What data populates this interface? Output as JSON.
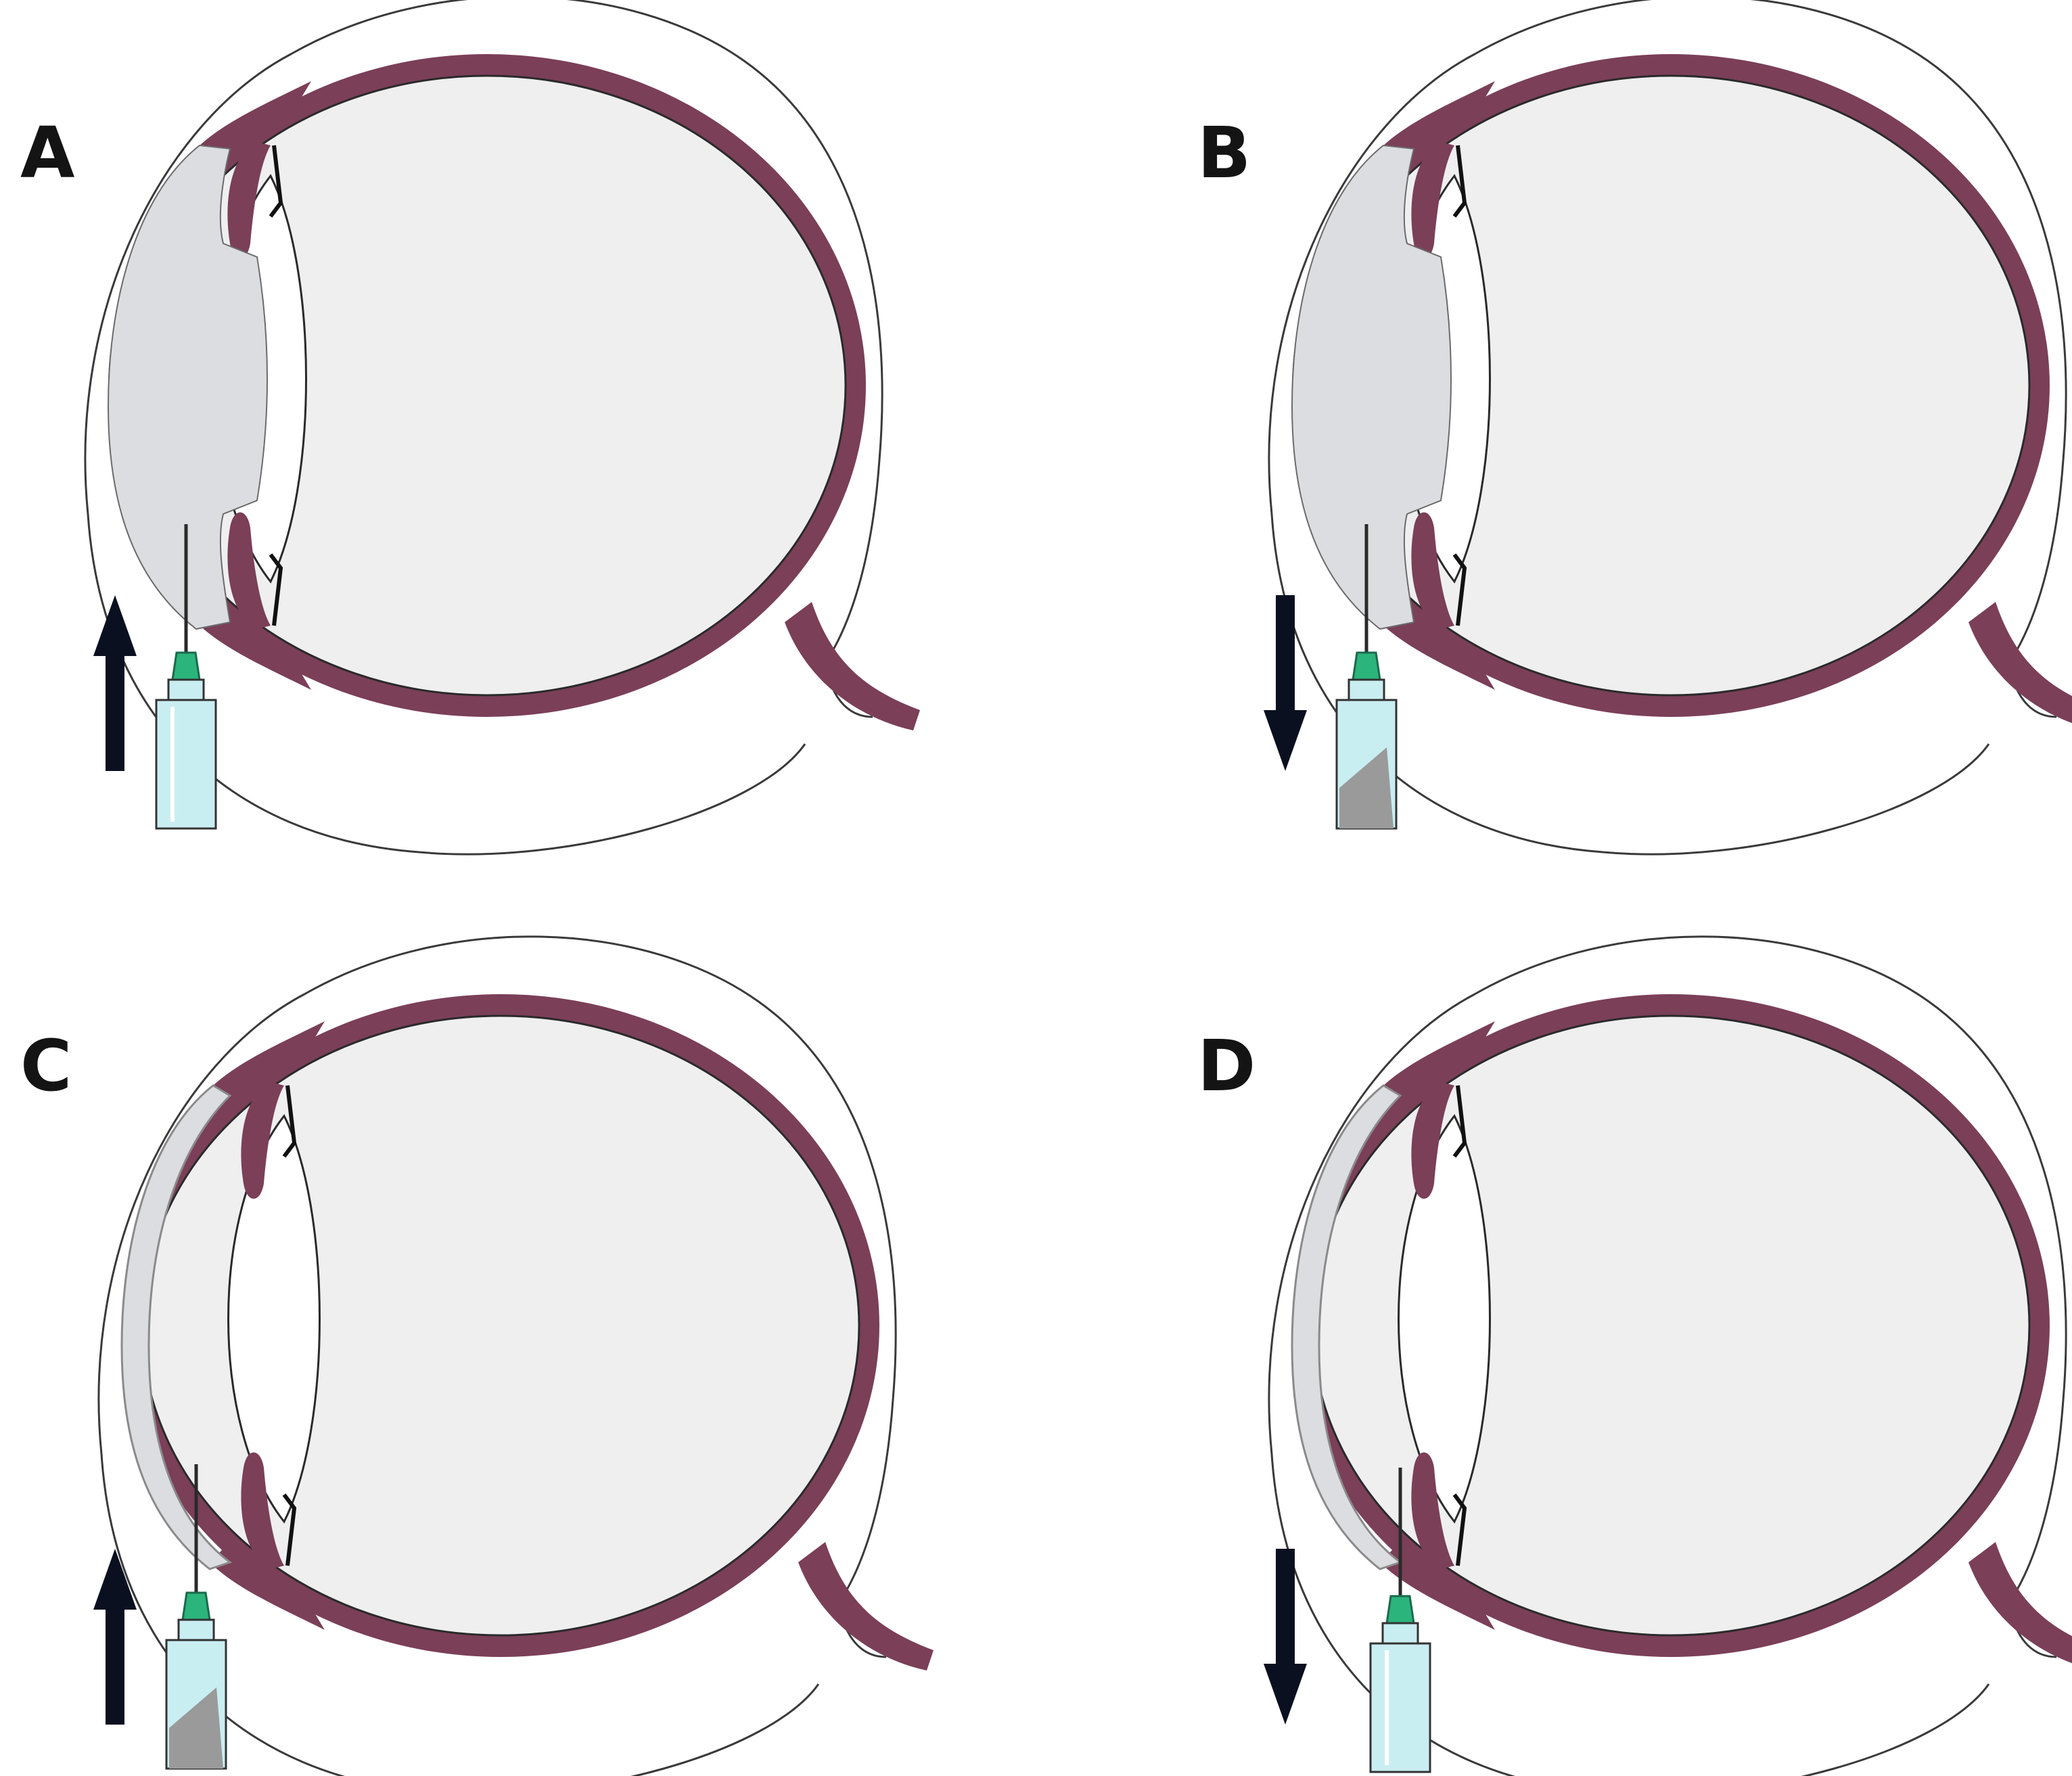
{
  "panels": [
    {
      "id": "A",
      "label": "A",
      "arrow": "up",
      "anterior_chamber": "full",
      "syringe_fill": "empty"
    },
    {
      "id": "B",
      "label": "B",
      "arrow": "down",
      "anterior_chamber": "full",
      "syringe_fill": "partial"
    },
    {
      "id": "C",
      "label": "C",
      "arrow": "up",
      "anterior_chamber": "collapsing",
      "syringe_fill": "partial"
    },
    {
      "id": "D",
      "label": "D",
      "arrow": "down",
      "anterior_chamber": "collapsing",
      "syringe_fill": "empty"
    }
  ],
  "colors": {
    "uvea": "#7b3f58",
    "vitreous": "#efefef",
    "aqueous": "#dcdde0",
    "arrow": "#0a1020",
    "needle_hub": "#2bb47c",
    "syringe_barrel": "#c9eef2",
    "syringe_fluid": "#9a9a9a"
  }
}
